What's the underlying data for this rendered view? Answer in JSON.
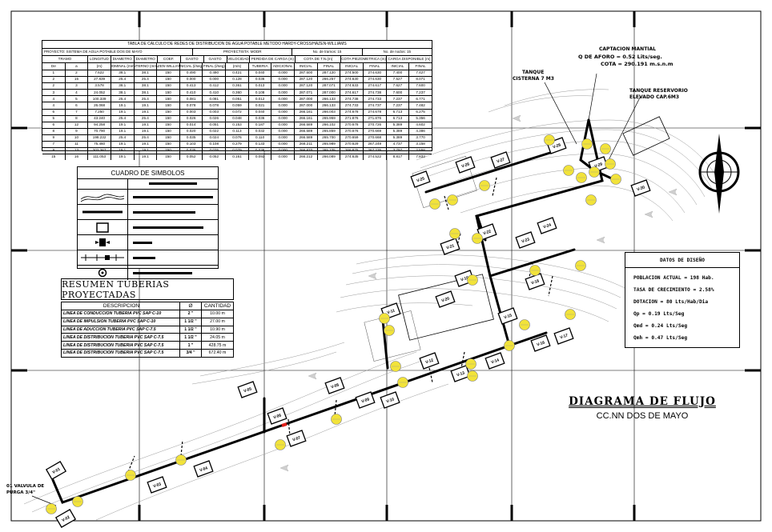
{
  "calc_table": {
    "title": "TABLA DE CALCULO DE REDES DE DISTRIBUCION DE AGUA POTABLE    METODO HARDY-CROSS/HAZEN-WILLIAMS",
    "meta": {
      "proyecto": "PROYECTO:  SISTEMA DE AGUA POTABLE DOS DE MAYO",
      "proyectista": "PROYECTISTA:  MODR",
      "nodos_label": "No. de tramos:  15",
      "nodos2_label": "No. de nodos:  15"
    },
    "group_headers": [
      "TRAMO",
      "LONGITUD",
      "DIAMETRO",
      "DIAMETRO",
      "COEF.",
      "GASTO",
      "GASTO",
      "VELOCIDAD",
      "PERDIDA DE CARGA (m)",
      "COTA DE T.N.(m)",
      "COTA PIEZOMETRICA (m)",
      "CARGA DISPONIBLE (m)"
    ],
    "sub_headers": [
      "De",
      "a",
      "(m)",
      "NOMINAL (mm)",
      "INTERNO (mm)",
      "HAZEN-WILLIAMS",
      "INICIAL (l/seg)",
      "FINAL (l/seg)",
      "(m/s)",
      "TUBERIA",
      "ADICIONAL",
      "INICIAL",
      "FINAL",
      "INICIAL",
      "FINAL",
      "INICIAL",
      "FINAL"
    ],
    "rows": [
      [
        "1",
        "2",
        "7.622",
        "38.1",
        "38.1",
        "150",
        "0.490",
        "0.490",
        "0.421",
        "0.040",
        "0.000",
        "287.500",
        "287.120",
        "274.500",
        "274.630",
        "7.400",
        "7.427"
      ],
      [
        "2",
        "15",
        "27.839",
        "25.4",
        "25.4",
        "150",
        "0.000",
        "0.000",
        "0.128",
        "0.036",
        "0.000",
        "287.120",
        "266.257",
        "274.630",
        "274.630",
        "7.527",
        "8.071"
      ],
      [
        "2",
        "3",
        "3.578",
        "38.1",
        "38.1",
        "150",
        "0.413",
        "0.412",
        "0.361",
        "0.013",
        "0.000",
        "287.120",
        "287.071",
        "274.633",
        "274.617",
        "7.627",
        "7.600"
      ],
      [
        "3",
        "4",
        "24.052",
        "38.1",
        "38.1",
        "150",
        "0.410",
        "0.410",
        "0.360",
        "0.108",
        "0.000",
        "287.071",
        "287.000",
        "274.617",
        "274.738",
        "7.600",
        "7.237"
      ],
      [
        "4",
        "5",
        "100.339",
        "25.4",
        "25.4",
        "150",
        "0.081",
        "0.081",
        "0.051",
        "0.012",
        "0.000",
        "287.000",
        "266.133",
        "274.738",
        "274.733",
        "7.237",
        "6.771"
      ],
      [
        "4",
        "6",
        "26.068",
        "19.1",
        "19.1",
        "150",
        "0.078",
        "0.078",
        "0.059",
        "0.021",
        "0.000",
        "287.000",
        "266.133",
        "274.733",
        "274.737",
        "7.237",
        "7.482"
      ],
      [
        "6",
        "7",
        "7.250",
        "19.1",
        "19.1",
        "150",
        "0.003",
        "0.003",
        "0.072",
        "0.040",
        "0.000",
        "266.161",
        "266.003",
        "274.678",
        "274.678",
        "6.713",
        "6.275"
      ],
      [
        "5",
        "8",
        "43.240",
        "25.4",
        "25.4",
        "150",
        "0.026",
        "0.026",
        "0.048",
        "0.036",
        "0.000",
        "266.161",
        "265.959",
        "271.876",
        "271.876",
        "6.713",
        "5.356"
      ],
      [
        "6",
        "12",
        "94.258",
        "19.1",
        "19.1",
        "150",
        "0.014",
        "0.051",
        "0.153",
        "0.187",
        "0.000",
        "266.589",
        "266.102",
        "270.678",
        "270.726",
        "5.389",
        "4.602"
      ],
      [
        "8",
        "9",
        "70.790",
        "19.1",
        "19.1",
        "150",
        "0.020",
        "0.022",
        "0.113",
        "0.032",
        "0.000",
        "266.589",
        "265.859",
        "270.676",
        "270.669",
        "5.389",
        "4.386"
      ],
      [
        "9",
        "10",
        "198.232",
        "25.4",
        "25.4",
        "150",
        "0.035",
        "0.024",
        "0.076",
        "0.110",
        "0.000",
        "266.589",
        "265.700",
        "270.659",
        "270.668",
        "5.389",
        "3.770"
      ],
      [
        "7",
        "11",
        "75.460",
        "19.1",
        "19.1",
        "150",
        "0.103",
        "0.108",
        "0.279",
        "0.133",
        "0.000",
        "268.211",
        "265.989",
        "270.629",
        "267.249",
        "4.737",
        "3.158"
      ],
      [
        "9",
        "13",
        "202.267",
        "19.1",
        "19.1",
        "150",
        "0.035",
        "0.035",
        "0.079",
        "0.036",
        "0.000",
        "266.870",
        "265.335",
        "266.875",
        "267.235",
        "3.797",
        "2.558"
      ],
      [
        "15",
        "16",
        "111.053",
        "19.1",
        "19.1",
        "150",
        "0.052",
        "0.052",
        "0.161",
        "0.092",
        "0.000",
        "266.212",
        "266.089",
        "274.635",
        "274.522",
        "8.817",
        "7.833"
      ]
    ]
  },
  "simbolos": {
    "title": "CUADRO DE SIMBOLOS"
  },
  "resumen": {
    "title": "RESUMEN  TUBERIAS  PROYECTADAS",
    "headers": [
      "DESCRIPCION",
      "Ø",
      "CANTIDAD"
    ],
    "rows": [
      {
        "desc": "LINEA DE CONDUCCION TUBERIA PVC SAP C-10",
        "d": "2 \"",
        "q": "10.00 m"
      },
      {
        "desc": "LINEA DE IMPULSION TUBERIA PVC SAP C-10",
        "d": "1 1/2 \"",
        "q": "27.00 m"
      },
      {
        "desc": "LINEA DE ADUCCION TUBERIA PVC SAP C-7.5",
        "d": "1 1/2 \"",
        "q": "10.90 m"
      },
      {
        "desc": "LINEA DE DISTRIBUCION TUBERIA PVC SAP C-7.5",
        "d": "1 1/2 \"",
        "q": "24.05 m"
      },
      {
        "desc": "LINEA DE DISTRIBUCION TUBERIA PVC SAP C-7.5",
        "d": "1 \"",
        "q": "428.75 m"
      },
      {
        "desc": "LINEA DE DISTRIBUCION TUBERIA PVC SAP C-7.5",
        "d": "3/4 \"",
        "q": "672.40 m"
      }
    ]
  },
  "datos": {
    "title": "DATOS DE DISEÑO",
    "lines": [
      "POBLACION ACTUAL = 198 Hab.",
      "TASA DE CRECIMIENTO = 2.58%",
      "DOTACION = 80 Lts/Hab/Dia",
      "Qp  = 0.19 Lts/Seg",
      "Qmd = 0.24 Lts/Seg",
      "Qmh = 0.47 Lts/Seg"
    ]
  },
  "diagram_title": "DIAGRAMA DE FLUJO",
  "diagram_subtitle": "CC.NN DOS DE MAYO",
  "labels": {
    "captacion_1": "CAPTACION MANTIAL",
    "captacion_2": "Q DE AFORO = 0.52 Lits/seg.",
    "captacion_3": "COTA = 290.191 m.s.n.m",
    "cisterna_1": "TANQUE",
    "cisterna_2": "CISTERNA 7 M3",
    "reservorio_1": "TANQUE RESERVORIO",
    "reservorio_2": "ELEVADO CAP.6M3",
    "valvula_1": "01 VALVULA  DE",
    "valvula_2": "PURGA 3/4\""
  },
  "houses": [
    "V-01",
    "V-02",
    "V-03",
    "V-04",
    "V-05",
    "V-06",
    "V-07",
    "V-08",
    "V-09",
    "V-10",
    "V-11",
    "V-12",
    "V-13",
    "V-14",
    "V-15",
    "V-16",
    "V-17",
    "V-18",
    "V-19",
    "V-20",
    "V-21",
    "V-22",
    "V-23",
    "V-24",
    "V-25",
    "V-26",
    "V-27",
    "V-28",
    "V-29",
    "V-30"
  ],
  "colors": {
    "pipe": "#000000",
    "node": "#f2e33a",
    "contour": "#9a9a9a",
    "accent": "#e0201a"
  }
}
